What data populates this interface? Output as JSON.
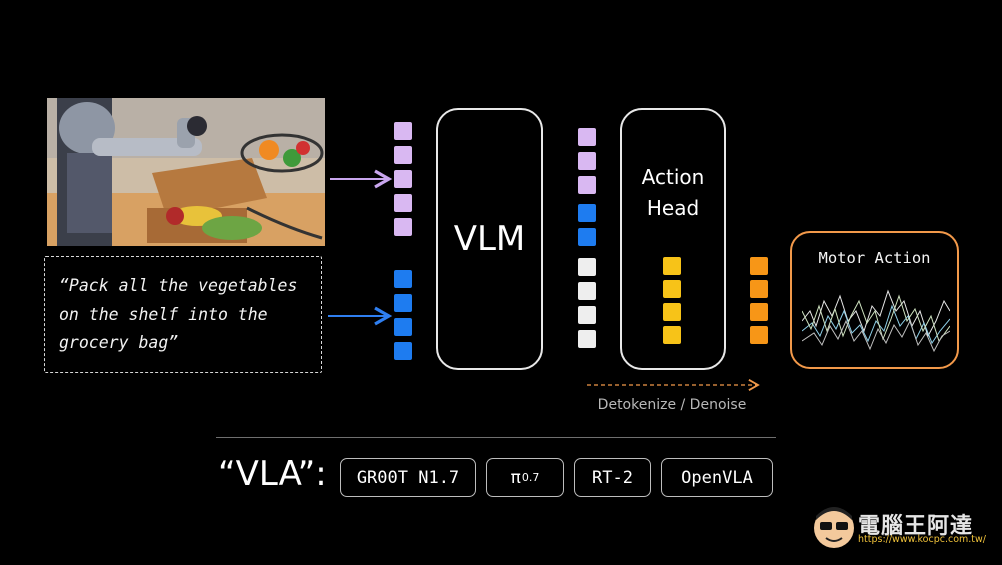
{
  "prompt": {
    "text": "“Pack all the vegetables\non the shelf into the\ngrocery bag”"
  },
  "vlm": {
    "label": "VLM"
  },
  "action_head": {
    "label": "Action\nHead"
  },
  "motor_action": {
    "label": "Motor Action"
  },
  "detokenize": {
    "label": "Detokenize / Denoise"
  },
  "vla": {
    "label": "“VLA”:",
    "models": [
      {
        "text": "GR00T N1.7"
      },
      {
        "text": "π",
        "sub": "0.7"
      },
      {
        "text": "RT-2"
      },
      {
        "text": "OpenVLA"
      }
    ]
  },
  "watermark": {
    "site_name": "電腦王阿達",
    "url": "https://www.kocpc.com.tw/"
  },
  "colors": {
    "vision_token": "#d9b8f2",
    "text_token": "#1e7cf0",
    "latent_token": "#eeeeee",
    "action_token": "#f7c318",
    "motor_token": "#f79617",
    "vision_arrow": "#c9a6ee",
    "text_arrow": "#2f7ff0",
    "detok_arrow": "#f29a4a",
    "motor_border": "#f2994a"
  }
}
